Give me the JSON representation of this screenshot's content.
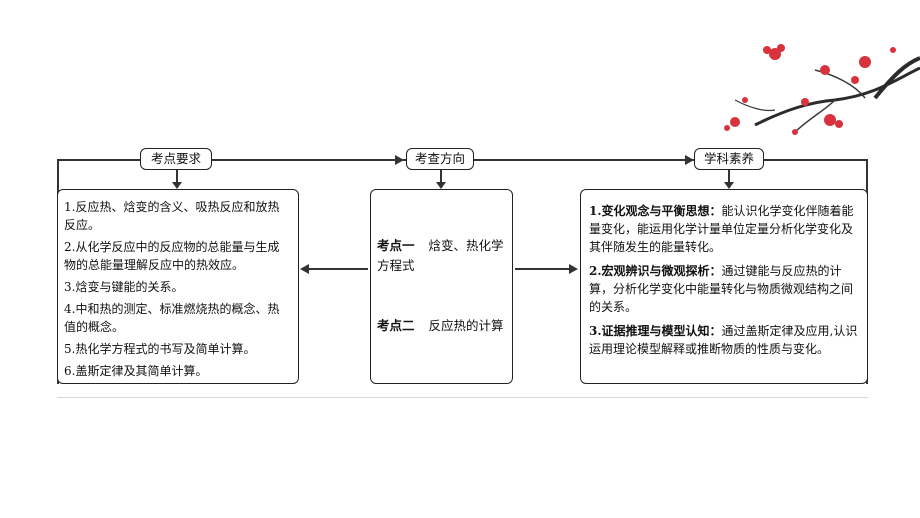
{
  "tags": {
    "left": "考点要求",
    "middle": "考查方向",
    "right": "学科素养"
  },
  "left_box": {
    "items": [
      "1.反应热、焓变的含义、吸热反应和放热反应。",
      "2.从化学反应中的反应物的总能量与生成物的总能量理解反应中的热效应。",
      "3.焓变与键能的关系。",
      "4.中和热的测定、标准燃烧热的概念、热值的概念。",
      "5.热化学方程式的书写及简单计算。",
      "6.盖斯定律及其简单计算。"
    ]
  },
  "middle_box": {
    "point1_label": "考点一",
    "point1_text": "焓变、热化学方程式",
    "point2_label": "考点二",
    "point2_text": "反应热的计算"
  },
  "right_box": {
    "items": [
      {
        "title": "1.变化观念与平衡思想：",
        "text": "能认识化学变化伴随着能量变化，能运用化学计量单位定量分析化学变化及其伴随发生的能量转化。"
      },
      {
        "title": "2.宏观辨识与微观探析：",
        "text": "通过键能与反应热的计算，分析化学变化中能量转化与物质微观结构之间的关系。"
      },
      {
        "title": "3.证据推理与模型认知：",
        "text": "通过盖斯定律及应用,认识运用理论模型解释或推断物质的性质与变化。"
      }
    ]
  },
  "colors": {
    "blossom": "#d8323c",
    "branch": "#2b2b2b"
  }
}
